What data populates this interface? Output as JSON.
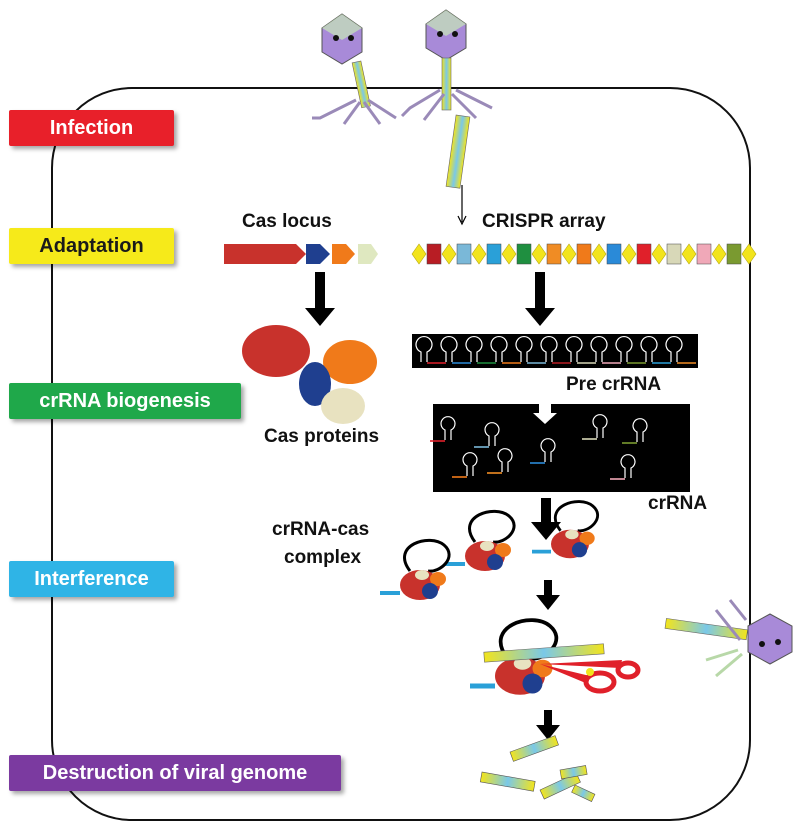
{
  "stages": [
    {
      "label": "Infection",
      "color": "#e8202a",
      "text_color": "#ffffff"
    },
    {
      "label": "Adaptation",
      "color": "#f6ea1a",
      "text_color": "#1a1a1a"
    },
    {
      "label": "crRNA biogenesis",
      "color": "#1fa84a",
      "text_color": "#ffffff"
    },
    {
      "label": "Interference",
      "color": "#2fb4e6",
      "text_color": "#ffffff"
    },
    {
      "label": "Destruction of viral genome",
      "color": "#7b3aa0",
      "text_color": "#ffffff"
    }
  ],
  "labels": {
    "cas_locus": "Cas locus",
    "crispr_array": "CRISPR array",
    "cas_proteins": "Cas proteins",
    "pre_crrna": "Pre crRNA",
    "crrna": "crRNA",
    "complex_line1": "crRNA-cas",
    "complex_line2": "complex"
  },
  "colors": {
    "cas_gene_red": "#c8322c",
    "cas_gene_blue": "#1f3f8f",
    "cas_gene_orange": "#f07a1a",
    "cas_gene_pale": "#dfe8c0",
    "repeat_diamond": "#f2e41c",
    "spacers": [
      "#b81d24",
      "#7ab8d8",
      "#2aa0d8",
      "#1f8f40",
      "#f08c24",
      "#f07a1a",
      "#2a8ad8",
      "#e0202a",
      "#d8d8b8",
      "#f0a8b8",
      "#7a9a30"
    ],
    "protein_red": "#c8322c",
    "protein_orange": "#f07a1a",
    "protein_blue": "#1f3f8f",
    "protein_cream": "#e8e2c0",
    "phage_head": "#a88ad8",
    "scissors": "#e0202a"
  }
}
